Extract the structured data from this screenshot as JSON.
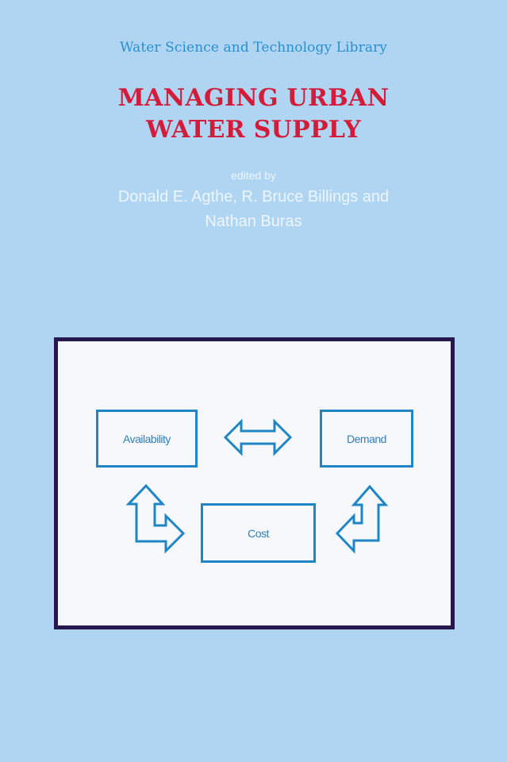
{
  "cover": {
    "series": "Water Science and Technology Library",
    "title_line1": "MANAGING URBAN",
    "title_line2": "WATER SUPPLY",
    "edited_by": "edited by",
    "editors_line1": "Donald E. Agthe, R. Bruce Billings and",
    "editors_line2": "Nathan Buras"
  },
  "diagram": {
    "nodes": [
      {
        "id": "availability",
        "label": "Availability"
      },
      {
        "id": "demand",
        "label": "Demand"
      },
      {
        "id": "cost",
        "label": "Cost"
      }
    ],
    "edges": [
      {
        "from": "availability",
        "to": "demand",
        "type": "bidirectional",
        "icon": "double-arrow-horizontal"
      },
      {
        "from": "availability",
        "to": "cost",
        "type": "bidirectional",
        "icon": "bent-arrow-up-right"
      },
      {
        "from": "demand",
        "to": "cost",
        "type": "bidirectional",
        "icon": "bent-arrow-up-left"
      }
    ]
  },
  "colors": {
    "background": "#afd5f2",
    "series_text": "#2a8fcf",
    "title_text": "#d21c3a",
    "editors_text": "#eef6fc",
    "frame_border": "#26174f",
    "frame_fill": "#f6f8fb",
    "diagram_stroke": "#1f86c6",
    "node_text": "#2f7fb8"
  }
}
